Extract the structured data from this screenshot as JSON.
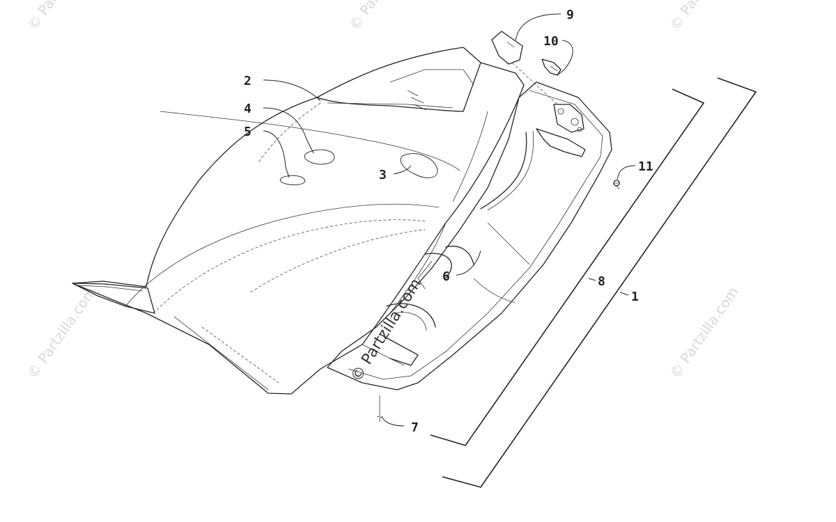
{
  "watermark": {
    "text": "© Partzilla.com"
  },
  "callouts": [
    {
      "id": "1",
      "label": "1"
    },
    {
      "id": "2",
      "label": "2"
    },
    {
      "id": "3",
      "label": "3"
    },
    {
      "id": "4",
      "label": "4"
    },
    {
      "id": "5",
      "label": "5"
    },
    {
      "id": "6",
      "label": "6"
    },
    {
      "id": "7",
      "label": "7"
    },
    {
      "id": "8",
      "label": "8"
    },
    {
      "id": "9",
      "label": "9"
    },
    {
      "id": "10",
      "label": "10"
    },
    {
      "id": "11",
      "label": "11"
    }
  ]
}
